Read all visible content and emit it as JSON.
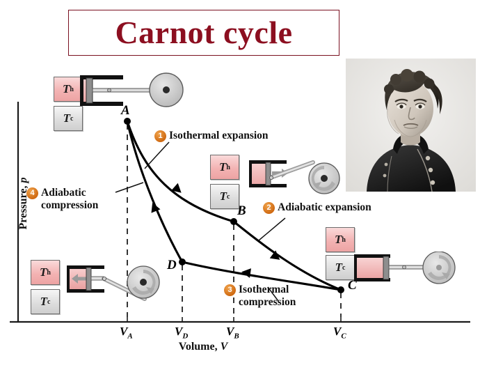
{
  "title": {
    "text": "Carnot cycle"
  },
  "axes": {
    "ylabel_prefix": "Pressure, ",
    "ylabel_var": "p",
    "xlabel_prefix": "Volume, ",
    "xlabel_var": "V",
    "x_ticks": [
      {
        "label": "V",
        "sub": "A",
        "x": 183
      },
      {
        "label": "V",
        "sub": "D",
        "x": 262
      },
      {
        "label": "V",
        "sub": "B",
        "x": 336
      },
      {
        "label": "V",
        "sub": "C",
        "x": 490
      }
    ]
  },
  "points": [
    {
      "id": "A",
      "label": "A",
      "x": 183,
      "y": 174
    },
    {
      "id": "B",
      "label": "B",
      "x": 336,
      "y": 318
    },
    {
      "id": "C",
      "label": "C",
      "x": 490,
      "y": 416
    },
    {
      "id": "D",
      "label": "D",
      "x": 262,
      "y": 376
    }
  ],
  "steps": [
    {
      "number": "1",
      "line1": "Isothermal expansion",
      "line2": ""
    },
    {
      "number": "2",
      "line1": "Adiabatic expansion",
      "line2": ""
    },
    {
      "number": "3",
      "line1": "Isothermal",
      "line2": "compression"
    },
    {
      "number": "4",
      "line1": "Adiabatic",
      "line2": "compression"
    }
  ],
  "reservoirs": {
    "hot_label": "T",
    "hot_sub": "h",
    "cold_label": "T",
    "cold_sub": "c"
  },
  "engines": [
    {
      "id": "engine-top-left",
      "contact": "hot",
      "state": "expanding"
    },
    {
      "id": "engine-mid-right",
      "contact": "none",
      "state": "expanding"
    },
    {
      "id": "engine-bottom-right",
      "contact": "cold",
      "state": "compressing"
    },
    {
      "id": "engine-bottom-left",
      "contact": "none",
      "state": "compressing"
    }
  ],
  "portrait": {
    "caption": ""
  },
  "colors": {
    "title": "#8c0f20",
    "badge": "#cf6a12",
    "hot": "#f3b3b3",
    "cold": "#dcdcdc",
    "curve": "#000000"
  },
  "chart_data": {
    "type": "line",
    "title": "Carnot cycle",
    "xlabel": "Volume, V",
    "ylabel": "Pressure, p",
    "grid": false,
    "legend": "none",
    "annotations": [
      "1 Isothermal expansion",
      "2 Adiabatic expansion",
      "3 Isothermal compression",
      "4 Adiabatic compression"
    ],
    "series": [
      {
        "name": "Isothermal expansion (A->B)",
        "from": "A",
        "to": "B",
        "kind": "isotherm"
      },
      {
        "name": "Adiabatic expansion (B->C)",
        "from": "B",
        "to": "C",
        "kind": "adiabat"
      },
      {
        "name": "Isothermal compression (C->D)",
        "from": "C",
        "to": "D",
        "kind": "isotherm"
      },
      {
        "name": "Adiabatic compression (D->A)",
        "from": "D",
        "to": "A",
        "kind": "adiabat"
      }
    ],
    "point_labels": [
      "A",
      "B",
      "C",
      "D"
    ],
    "x_tick_labels": [
      "V_A",
      "V_D",
      "V_B",
      "V_C"
    ]
  }
}
